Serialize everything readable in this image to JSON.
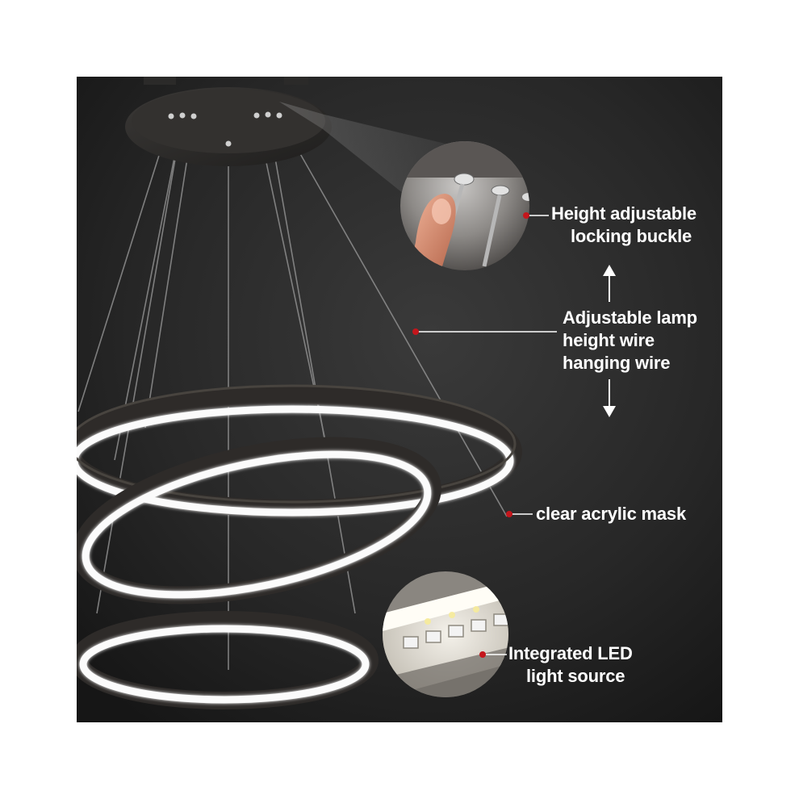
{
  "callouts": {
    "buckle": {
      "line1": "Height adjustable",
      "line2": "locking buckle"
    },
    "wire": {
      "line1": "Adjustable lamp",
      "line2": "height wire",
      "line3": "hanging wire"
    },
    "mask": {
      "text": "clear acrylic mask"
    },
    "led": {
      "line1": "Integrated LED",
      "line2": "light source"
    }
  },
  "colors": {
    "background": "#262626",
    "marker": "#c4161c",
    "ring_body": "#2e2b29",
    "ring_glow": "#fbfbfb",
    "text": "#ffffff"
  }
}
